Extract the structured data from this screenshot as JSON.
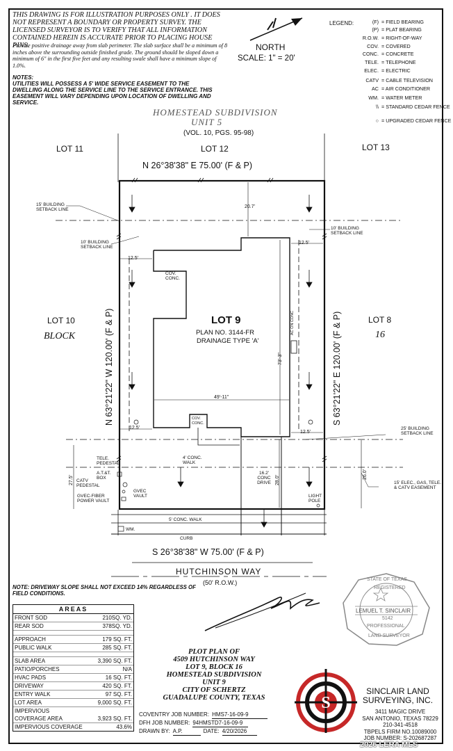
{
  "header": {
    "disclaimer": "This drawing is for illustration purposes only . It does not represent a boundary or property survey. The licensed surveyor is to verify that all information contained herein is accurate prior to placing house pins.",
    "drainage_note": "Provide positive drainage away from slab perimeter. The slab surface shall be a minimum of 8 inches above the surrounding outside finished grade. The ground should be sloped down a minimum of 6\" in the first five feet and any resulting swale shall have a minimum slope of 1.0%.",
    "notes_title": "NOTES:",
    "notes_body": "Utilities will possess a 5' wide service easement to the dwelling along the service line to the service entrance. This easement will vary depending upon location of dwelling and service.",
    "north": "NORTH",
    "scale": "SCALE: 1\" = 20'"
  },
  "legend": {
    "title": "LEGEND:",
    "items": [
      {
        "code": "(F)",
        "desc": "= FIELD BEARING"
      },
      {
        "code": "(P)",
        "desc": "= PLAT BEARING"
      },
      {
        "code": "R.O.W.",
        "desc": "= RIGHT-OF-WAY"
      },
      {
        "code": "COV.",
        "desc": "= COVERED"
      },
      {
        "code": "CONC.",
        "desc": "= CONCRETE"
      },
      {
        "code": "TELE.",
        "desc": "= TELEPHONE"
      },
      {
        "code": "ELEC.",
        "desc": "= ELECTRIC"
      },
      {
        "code": "CATV",
        "desc": "= CABLE TELEVISION"
      },
      {
        "code": "AC",
        "desc": "= AIR CONDITIONER"
      },
      {
        "code": "WM.",
        "desc": "= WATER METER"
      },
      {
        "code": "\\\\",
        "desc": "= STANDARD CEDAR FENCE"
      },
      {
        "code": "○",
        "desc": "= UPGRADED CEDAR FENCE"
      }
    ]
  },
  "plan": {
    "subdivision": "HOMESTEAD SUBDIVISION",
    "unit": "UNIT 5",
    "vol": "(VOL. 10, PGS. 95-98)",
    "lot11": "LOT 11",
    "lot12": "LOT 12",
    "lot13": "LOT 13",
    "lot10": "LOT 10",
    "block": "BLOCK",
    "lot8": "LOT 8",
    "block_no": "16",
    "north_line": "N 26°38'38\" E 75.00' (F & P)",
    "west_line": "N 63°21'22\" W 120.00' (F & P)",
    "east_line": "S 63°21'22\" E 120.00' (F & P)",
    "south_line": "S 26°38'38\" W 75.00' (F & P)",
    "street": "HUTCHINSON WAY",
    "row": "(50' R.O.W.)",
    "lot9": "LOT 9",
    "plan_no": "PLAN NO. 3144-FR",
    "drainage_type": "DRAINAGE TYPE 'A'",
    "dim_20_7": "20.7'",
    "dim_12_5_a": "12.5'",
    "dim_12_5_b": "12.5'",
    "dim_12_5_c": "12.5'",
    "dim_12_5_d": "12.5'",
    "dim_49_11": "49'-11\"",
    "dim_73_3": "73'-3\"",
    "dim_27_5": "27.5'",
    "dim_28_0": "28.0'",
    "dim_26_0": "26.0'",
    "bsl15": "15' BUILDING SETBACK LINE",
    "bsl10_l": "10' BUILDING SETBACK LINE",
    "bsl10_r": "10' BUILDING SETBACK LINE",
    "bsl25": "25' BUILDING SETBACK LINE",
    "easement": "15' ELEC., GAS, TELE. & CATV EASEMENT",
    "cov_conc_top": "COV. CONC.",
    "cov_conc_bot": "COV. CONC.",
    "ac_conc": "AC ON CONC",
    "conc_walk4": "4' CONC. WALK",
    "drive": "16.2' CONC DRIVE",
    "tele_ped": "TELE. PEDESTAL",
    "att_box": "A.T.&T. BOX",
    "catv_ped": "CATV PEDESTAL",
    "gvec_vault_l": "GVEC-FIBER POWER VAULT",
    "gvec_vault_r": "GVEC VAULT",
    "light_pole": "LIGHT POLE",
    "conc_walk5": "5' CONC. WALK",
    "curb": "CURB",
    "wm": "WM."
  },
  "driveway_note": "NOTE: DRIVEWAY SLOPE SHALL NOT EXCEED 14% REGARDLESS OF FIELD CONDITIONS.",
  "areas": {
    "title": "AREAS",
    "group1": [
      {
        "label": "FRONT SOD",
        "value": "210SQ. YD."
      },
      {
        "label": "REAR SOD",
        "value": "378SQ. YD."
      }
    ],
    "group2": [
      {
        "label": "APPROACH",
        "value": "179 SQ. FT."
      },
      {
        "label": "PUBLIC WALK",
        "value": "285 SQ. FT."
      }
    ],
    "group3": [
      {
        "label": "SLAB AREA",
        "value": "3,390 SQ. FT."
      },
      {
        "label": "PATIO/PORCHES",
        "value": "N/A"
      },
      {
        "label": "HVAC PADS",
        "value": "16 SQ. FT."
      },
      {
        "label": "DRIVEWAY",
        "value": "420 SQ. FT."
      },
      {
        "label": "ENTRY WALK",
        "value": "97 SQ. FT."
      },
      {
        "label": "LOT AREA",
        "value": "9,000 SQ. FT."
      },
      {
        "label": "IMPERVIOUS",
        "value": ""
      },
      {
        "label": "COVERAGE AREA",
        "value": "3,923 SQ. FT."
      },
      {
        "label": "IMPERVIOUS COVERAGE",
        "value": "43.6%"
      }
    ]
  },
  "title_block": {
    "l1": "PLOT PLAN OF",
    "l2": "4509 HUTCHINSON WAY",
    "l3": "LOT 9, BLOCK 16",
    "l4": "HOMESTEAD SUBDIVISION",
    "l5": "UNIT 9",
    "l6": "CITY OF SCHERTZ",
    "l7": "GUADALUPE COUNTY, TEXAS"
  },
  "jobs": {
    "coventry_label": "COVENTRY JOB NUMBER:",
    "coventry_value": "HMS7-16-09-9",
    "dfh_label": "DFH JOB NUMBER:",
    "dfh_value": "94HMSTD7-16-09-9",
    "drawn_label": "DRAWN BY:",
    "drawn_value": "A.P.",
    "date_label": "DATE:",
    "date_value": "4/20/2026"
  },
  "seal": {
    "state": "STATE OF TEXAS",
    "registered": "REGISTERED",
    "name": "LEMUEL T. SINCLAIR",
    "number": "5142",
    "professional": "PROFESSIONAL",
    "land_surveyor": "LAND SURVEYOR"
  },
  "company": {
    "name1": "SINCLAIR LAND",
    "name2": "SURVEYING, INC.",
    "addr1": "3411 MAGIC DRIVE",
    "addr2": "SAN ANTONIO, TEXAS 78229",
    "phone": "210-341-4518",
    "firm": "TBPELS FIRM NO.10089000",
    "job": "JOB NUMBER: S-202687287"
  },
  "watermark": "2026 LERA MLS"
}
